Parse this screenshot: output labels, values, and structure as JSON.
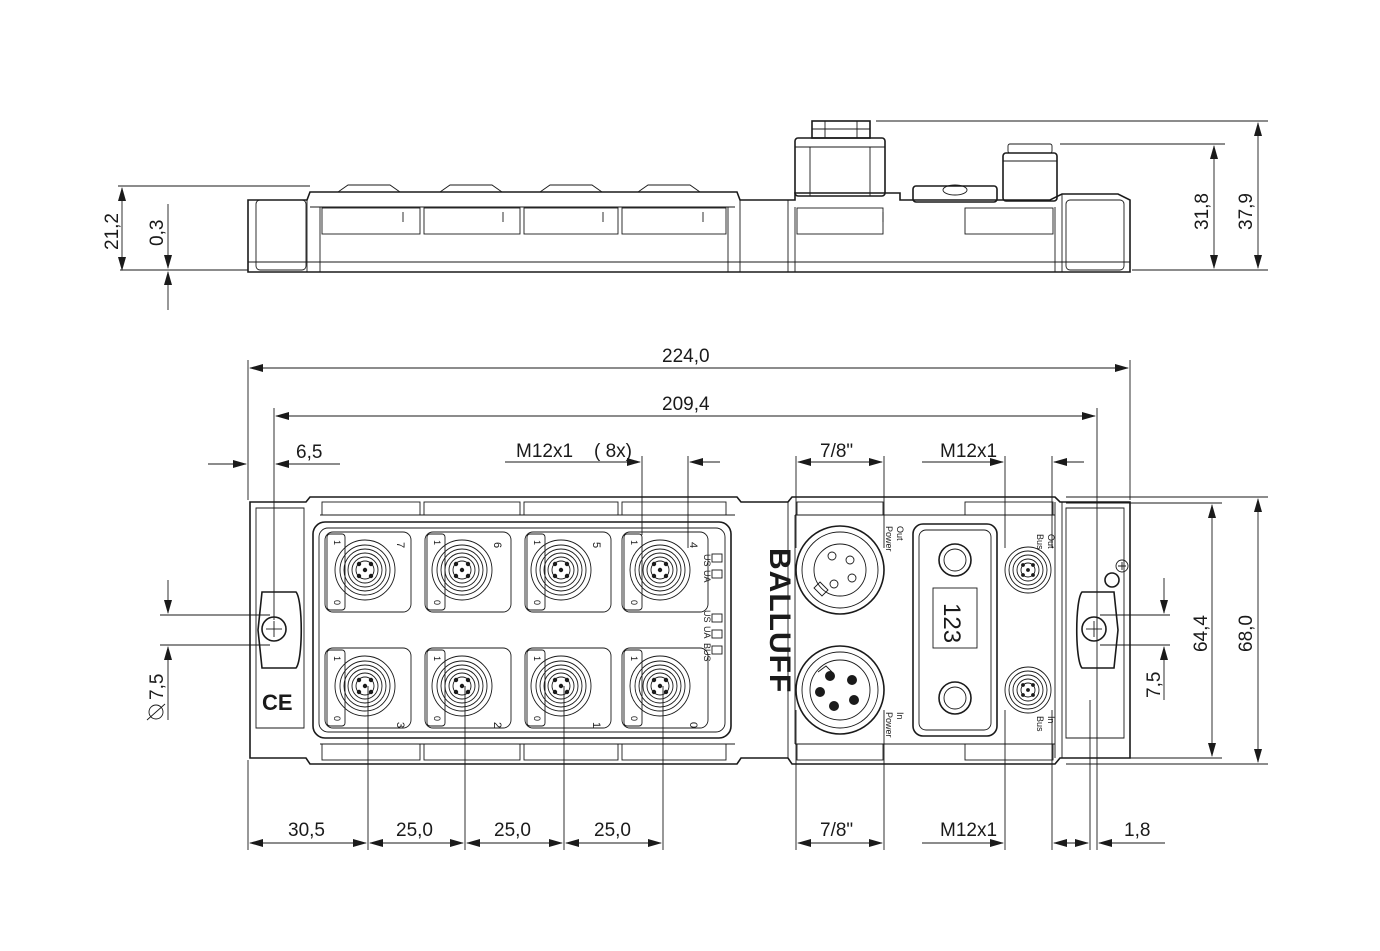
{
  "dimensions": {
    "side_height_left": "21,2",
    "side_offset": "0,3",
    "side_height_mid": "31,8",
    "side_height_right": "37,9",
    "total_length": "224,0",
    "mount_spacing": "209,4",
    "edge_offset": "6,5",
    "port_thread_label": "M12x1",
    "port_count_label": "( 8x)",
    "power_connector_top": "7/8\"",
    "bus_connector_top": "M12x1",
    "height_total": "68,0",
    "height_inner": "64,4",
    "hole_offset": "7,5",
    "hole_diameter": "7,5",
    "bottom_first": "30,5",
    "bottom_pitch_1": "25,0",
    "bottom_pitch_2": "25,0",
    "bottom_pitch_3": "25,0",
    "power_connector_bottom": "7/8\"",
    "bus_connector_bottom": "M12x1",
    "right_offset": "1,8"
  },
  "ports": {
    "top_row": [
      "7",
      "6",
      "5",
      "4"
    ],
    "bottom_row": [
      "3",
      "2",
      "1",
      "0"
    ],
    "pin_label_1": "1",
    "pin_label_0": "0"
  },
  "labels": {
    "brand": "BALLUFF",
    "ce_mark": "CE",
    "display_value": "123",
    "power_out_1": "Power",
    "power_out_2": "Out",
    "power_in_1": "Power",
    "power_in_2": "In",
    "bus_out_1": "Bus",
    "bus_out_2": "Out",
    "bus_in_1": "Bus",
    "bus_in_2": "In",
    "led_us_1": "US",
    "led_ua_1": "UA",
    "led_us_2": "US",
    "led_ua_2": "UA",
    "led_bus": "BUS"
  }
}
